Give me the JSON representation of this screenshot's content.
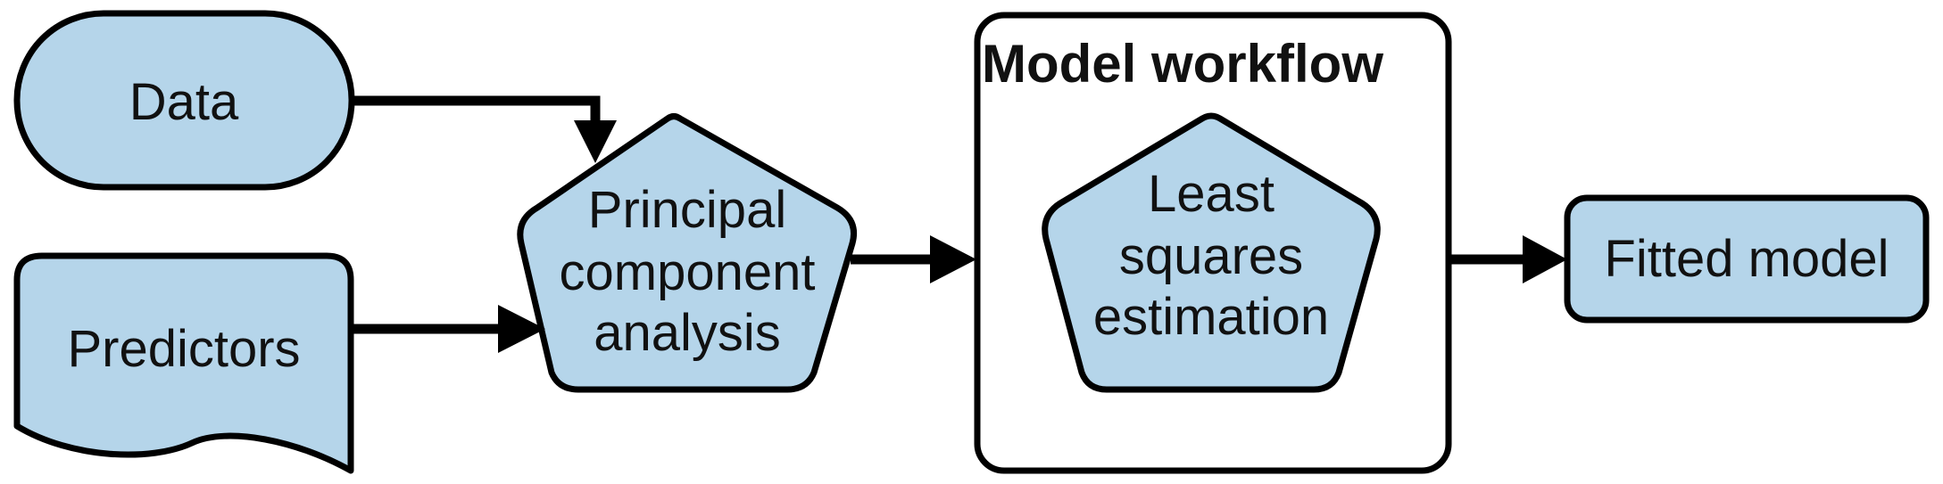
{
  "diagram": {
    "nodes": {
      "data": {
        "label": "Data"
      },
      "predictors": {
        "label": "Predictors"
      },
      "pca": {
        "lines": [
          "Principal",
          "component",
          "analysis"
        ]
      },
      "workflow": {
        "title": "Model workflow"
      },
      "lse": {
        "lines": [
          "Least",
          "squares",
          "estimation"
        ]
      },
      "fitted": {
        "label": "Fitted model"
      }
    },
    "colors": {
      "node_fill": "#b5d5ea",
      "stroke": "#000000",
      "background": "#ffffff"
    }
  }
}
